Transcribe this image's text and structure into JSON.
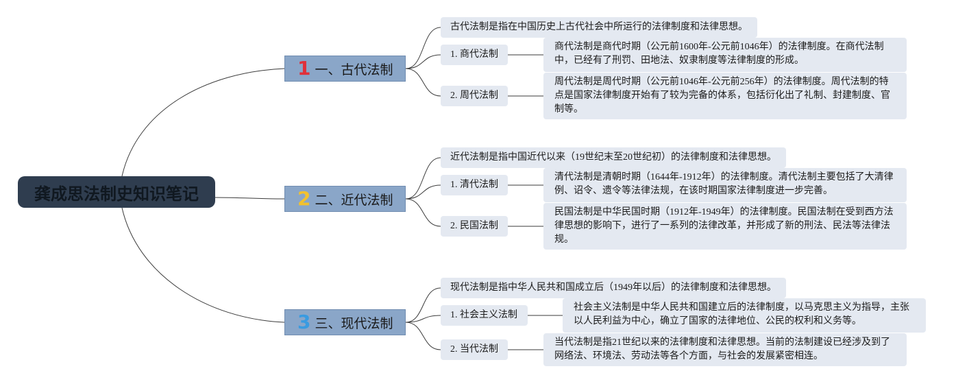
{
  "root": {
    "title": "龚成思法制史知识笔记"
  },
  "colors": {
    "root_bg": "#2f3d4f",
    "branch_bg": "#8aa6c8",
    "node_bg": "#e4e9f1",
    "num1": "#e0303a",
    "num2": "#f2c12e",
    "num3": "#3a9be0"
  },
  "branches": [
    {
      "num": "1",
      "label": "一、古代法制",
      "intro": "古代法制是指在中国历史上古代社会中所运行的法律制度和法律思想。",
      "items": [
        {
          "label": "1. 商代法制",
          "desc": "商代法制是商代时期（公元前1600年-公元前1046年）的法律制度。在商代法制中，已经有了刑罚、田地法、奴隶制度等法律制度的形成。"
        },
        {
          "label": "2. 周代法制",
          "desc": "周代法制是周代时期（公元前1046年-公元前256年）的法律制度。周代法制的特点是国家法律制度开始有了较为完备的体系，包括衍化出了礼制、封建制度、官制等。"
        }
      ]
    },
    {
      "num": "2",
      "label": "二、近代法制",
      "intro": "近代法制是指中国近代以来（19世纪末至20世纪初）的法律制度和法律思想。",
      "items": [
        {
          "label": "1. 清代法制",
          "desc": "清代法制是清朝时期（1644年-1912年）的法律制度。清代法制主要包括了大清律例、诏令、遗令等法律法规，在该时期国家法律制度进一步完善。"
        },
        {
          "label": "2. 民国法制",
          "desc": "民国法制是中华民国时期（1912年-1949年）的法律制度。民国法制在受到西方法律思想的影响下，进行了一系列的法律改革，并形成了新的刑法、民法等法律法规。"
        }
      ]
    },
    {
      "num": "3",
      "label": "三、现代法制",
      "intro": "现代法制是指中华人民共和国成立后（1949年以后）的法律制度和法律思想。",
      "items": [
        {
          "label": "1. 社会主义法制",
          "desc": "社会主义法制是中华人民共和国建立后的法律制度，以马克思主义为指导，主张以人民利益为中心，确立了国家的法律地位、公民的权利和义务等。"
        },
        {
          "label": "2. 当代法制",
          "desc": "当代法制是指21世纪以来的法律制度和法律思想。当前的法制建设已经涉及到了网络法、环境法、劳动法等各个方面，与社会的发展紧密相连。"
        }
      ]
    }
  ]
}
